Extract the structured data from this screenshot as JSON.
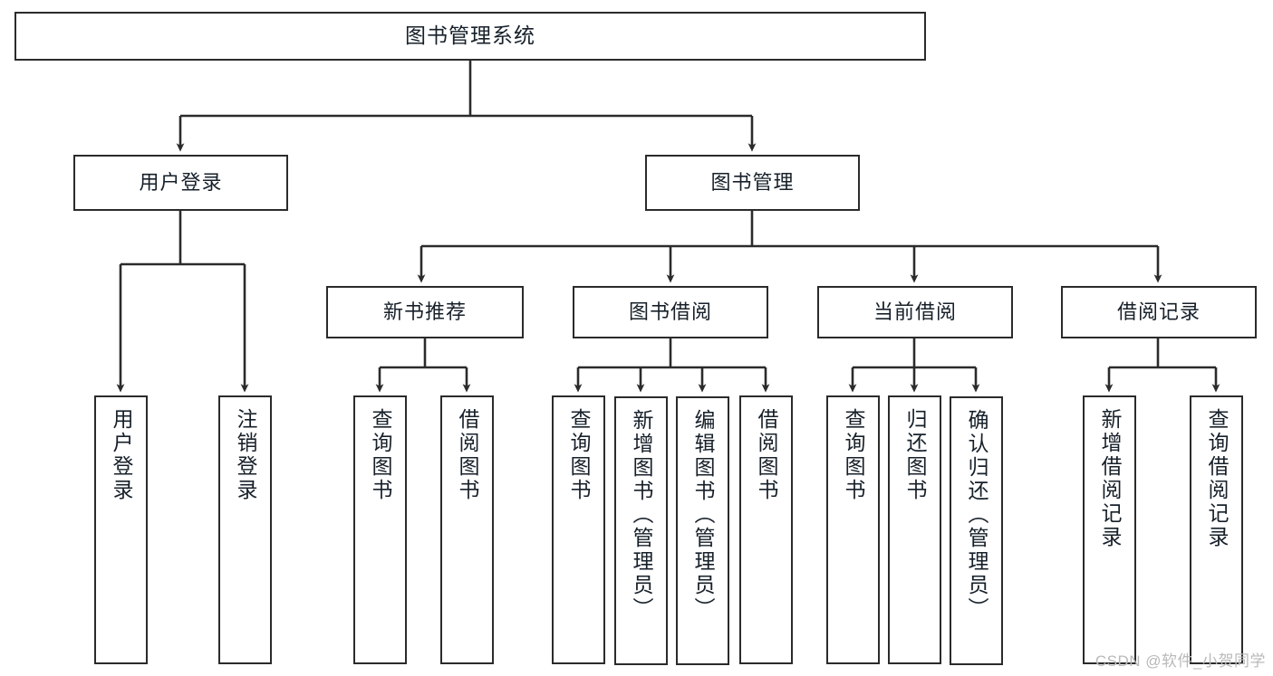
{
  "diagram": {
    "title": "图书管理系统",
    "type": "tree-hierarchy",
    "watermark": "CSDN @软件_小贺同学",
    "colors": {
      "stroke": "#2b2b2b",
      "background": "#ffffff",
      "text": "#17202a",
      "watermark": "#b9b9b9"
    },
    "root": {
      "label": "图书管理系统"
    },
    "level1": [
      {
        "label": "用户登录"
      },
      {
        "label": "图书管理"
      }
    ],
    "level2": [
      {
        "label": "新书推荐"
      },
      {
        "label": "图书借阅"
      },
      {
        "label": "当前借阅"
      },
      {
        "label": "借阅记录"
      }
    ],
    "leaves": {
      "user_login": [
        {
          "label": "用户登录"
        },
        {
          "label": "注销登录"
        }
      ],
      "new_book_recommend": [
        {
          "label": "查询图书"
        },
        {
          "label": "借阅图书"
        }
      ],
      "book_borrow": [
        {
          "label": "查询图书"
        },
        {
          "label": "新增图书（管理员）"
        },
        {
          "label": "编辑图书（管理员）"
        },
        {
          "label": "借阅图书"
        }
      ],
      "current_borrow": [
        {
          "label": "查询图书"
        },
        {
          "label": "归还图书"
        },
        {
          "label": "确认归还（管理员）"
        }
      ],
      "borrow_record": [
        {
          "label": "新增借阅记录"
        },
        {
          "label": "查询借阅记录"
        }
      ]
    }
  }
}
